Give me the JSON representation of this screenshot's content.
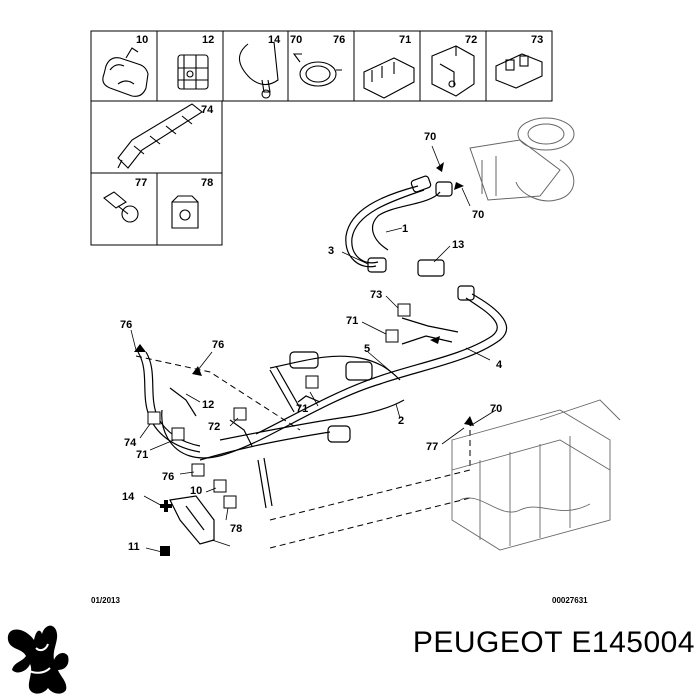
{
  "parts_grid": {
    "row1": [
      "10",
      "12",
      "14",
      "70",
      "76",
      "71",
      "72",
      "73"
    ],
    "row2": [
      "74"
    ],
    "row3": [
      "77",
      "78"
    ]
  },
  "callouts": [
    "70",
    "70",
    "1",
    "13",
    "3",
    "73",
    "71",
    "4",
    "76",
    "76",
    "5",
    "12",
    "71",
    "2",
    "72",
    "74",
    "71",
    "76",
    "70",
    "77",
    "14",
    "10",
    "78",
    "11"
  ],
  "footer": {
    "date": "01/2013",
    "ref": "00027631"
  },
  "brand": {
    "name": "PEUGEOT",
    "part_number": "E145004"
  }
}
